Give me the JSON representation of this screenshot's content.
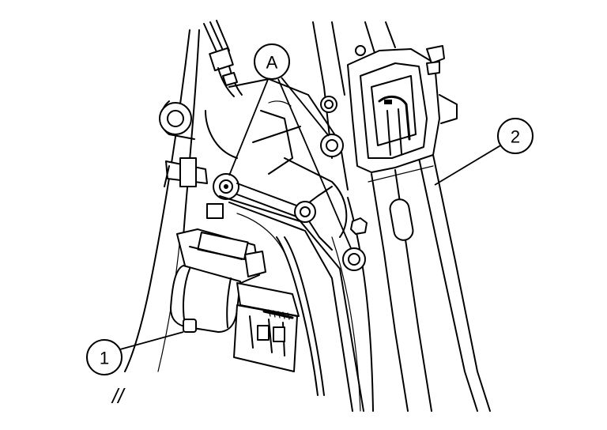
{
  "callouts": {
    "window_regulator_motor": "1",
    "window_regulator_rail": "2",
    "mounting_bolts": "A"
  },
  "break_mark": "//"
}
